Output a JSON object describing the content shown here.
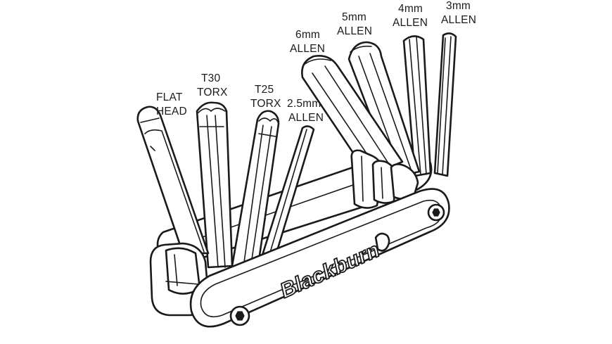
{
  "brand": {
    "logo_text": "Blackburn"
  },
  "tools": [
    {
      "id": "flat-head",
      "lines": [
        "FLAT",
        "HEAD"
      ]
    },
    {
      "id": "t30-torx",
      "lines": [
        "T30",
        "TORX"
      ]
    },
    {
      "id": "t25-torx",
      "lines": [
        "T25",
        "TORX"
      ]
    },
    {
      "id": "allen-2-5mm",
      "lines": [
        "2.5mm",
        "ALLEN"
      ]
    },
    {
      "id": "allen-6mm",
      "lines": [
        "6mm",
        "ALLEN"
      ]
    },
    {
      "id": "allen-5mm",
      "lines": [
        "5mm",
        "ALLEN"
      ]
    },
    {
      "id": "allen-4mm",
      "lines": [
        "4mm",
        "ALLEN"
      ]
    },
    {
      "id": "allen-3mm",
      "lines": [
        "3mm",
        "ALLEN"
      ]
    }
  ],
  "colors": {
    "ink": "#1a1a1a",
    "background": "#ffffff"
  }
}
